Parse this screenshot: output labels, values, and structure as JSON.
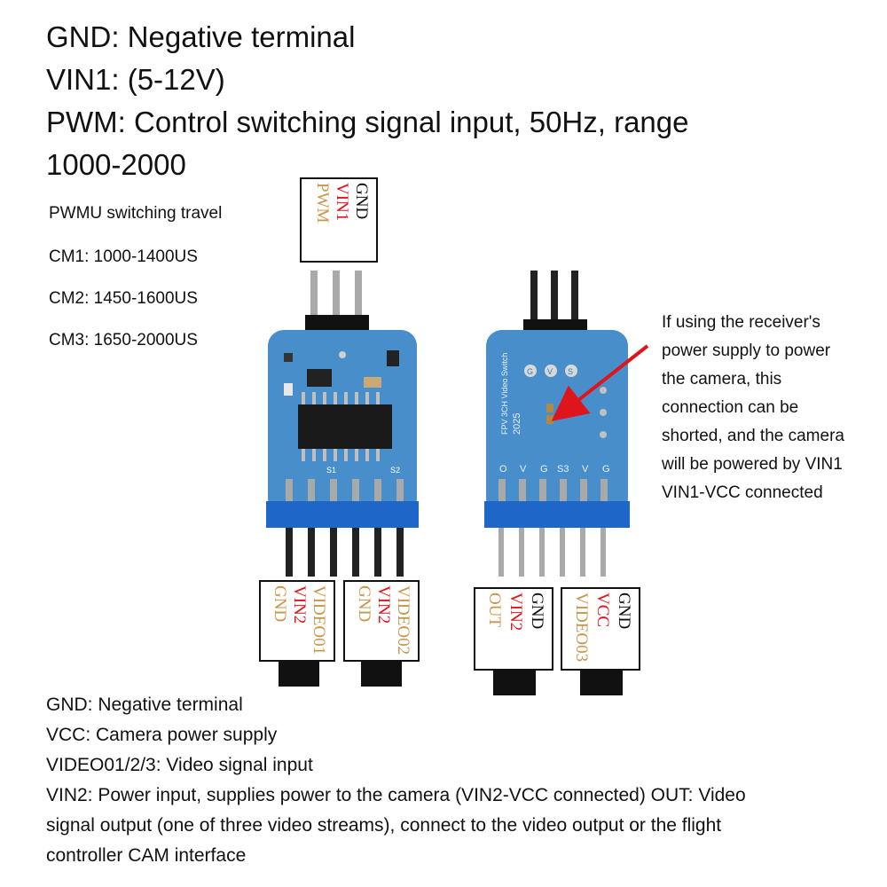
{
  "header": {
    "gnd": "GND: Negative terminal",
    "vin1": "VIN1: (5-12V)",
    "pwm_line1": "PWM: Control switching signal input, 50Hz, range",
    "pwm_line2": "1000-2000"
  },
  "travel": {
    "title": "PWMU switching travel",
    "cm1": "CM1: 1000-1400US",
    "cm2": "CM2: 1450-1600US",
    "cm3": "CM3: 1650-2000US"
  },
  "top_connector": {
    "gnd": "GND",
    "vin1": "VIN1",
    "pwm": "PWM"
  },
  "left_bottom": {
    "box1": {
      "video": "VIDEO01",
      "vin2": "VIN2",
      "gnd": "GND"
    },
    "box2": {
      "video": "VIDEO02",
      "vin2": "VIN2",
      "gnd": "GND"
    }
  },
  "right_bottom": {
    "box1": {
      "gnd": "GND",
      "vin2": "VIN2",
      "out": "OUT"
    },
    "box2": {
      "gnd": "GND",
      "vcc": "VCC",
      "video": "VIDEO03"
    }
  },
  "board_back": {
    "pin_labels": [
      "O",
      "V",
      "G",
      "S3",
      "V",
      "G"
    ],
    "silk_line1": "FPV 3CH Video Switch",
    "silk_line2": "2025",
    "pads": [
      "G",
      "V",
      "S"
    ]
  },
  "board_front": {
    "s1": "S1",
    "s2": "S2"
  },
  "annotation": {
    "lines": [
      "If using the receiver's",
      "power supply to power",
      "the camera, this",
      "connection can be",
      "shorted, and the camera",
      "will be powered by VIN1",
      "VIN1-VCC connected"
    ]
  },
  "footer": {
    "gnd": "GND: Negative terminal",
    "vcc": "VCC: Camera power supply",
    "video": "VIDEO01/2/3: Video signal input",
    "vin2_1": "VIN2: Power input, supplies power to the camera (VIN2-VCC connected) OUT: Video",
    "vin2_2": "signal output (one of three video streams), connect to the video output or the flight",
    "vin2_3": "controller CAM interface"
  },
  "colors": {
    "red": "#e0141b",
    "tan": "#c8954a",
    "pcb": "#2f7fc4",
    "housing": "#1e66c8",
    "arrow": "#e0141b"
  }
}
